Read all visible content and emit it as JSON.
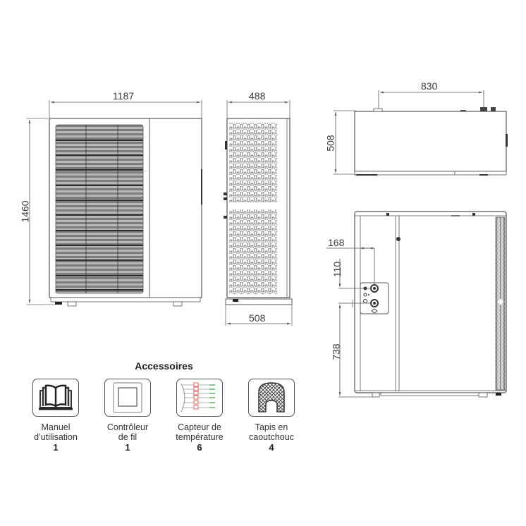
{
  "front_view": {
    "width_label": "1187",
    "height_label": "1460"
  },
  "side_view": {
    "top_width_label": "488",
    "bottom_width_label": "508"
  },
  "top_view": {
    "span_label": "830",
    "depth_label": "508"
  },
  "right_side_view": {
    "offset_label": "168",
    "spacing_label": "110",
    "height_label": "738"
  },
  "accessories": {
    "title": "Accessoires",
    "items": [
      {
        "icon": "book-icon",
        "label_line1": "Manuel",
        "label_line2": "d’utilisation",
        "qty": "1"
      },
      {
        "icon": "controller-icon",
        "label_line1": "Contrôleur",
        "label_line2": "de fil",
        "qty": "1"
      },
      {
        "icon": "temperature-sensor-icon",
        "label_line1": "Capteur de",
        "label_line2": "température",
        "qty": "6"
      },
      {
        "icon": "rubber-mat-icon",
        "label_line1": "Tapis en",
        "label_line2": "caoutchouc",
        "qty": "4"
      }
    ]
  },
  "colors": {
    "line": "#555555",
    "grille": "#8a8a8a",
    "sensor_accent": "#e05555"
  }
}
